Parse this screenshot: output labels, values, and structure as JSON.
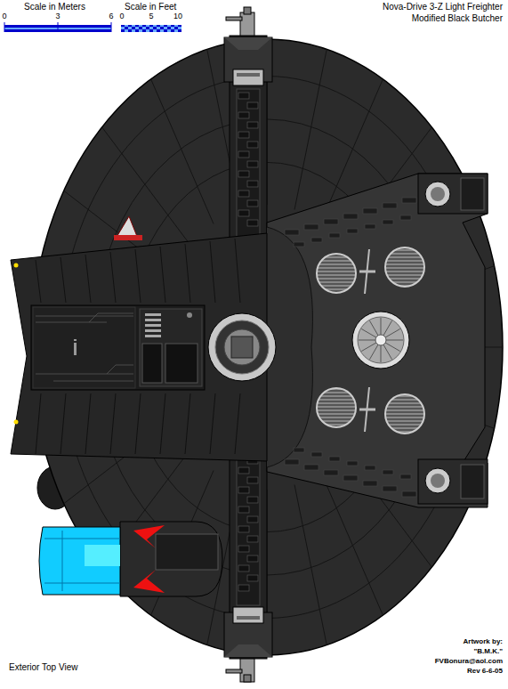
{
  "diagram": {
    "title": "Nova-Drive 3-Z Light Freighter",
    "labels": [
      "Modified Black Butcher",
      "Scale in Meters",
      "0",
      "3",
      "6",
      "Scale in Feet",
      "0",
      "5",
      "10",
      "Exterior Top View",
      "Artwork by:",
      "\"B.M.K.\"",
      "FVBonura@aol.com",
      "Rev 6-6-05"
    ]
  }
}
